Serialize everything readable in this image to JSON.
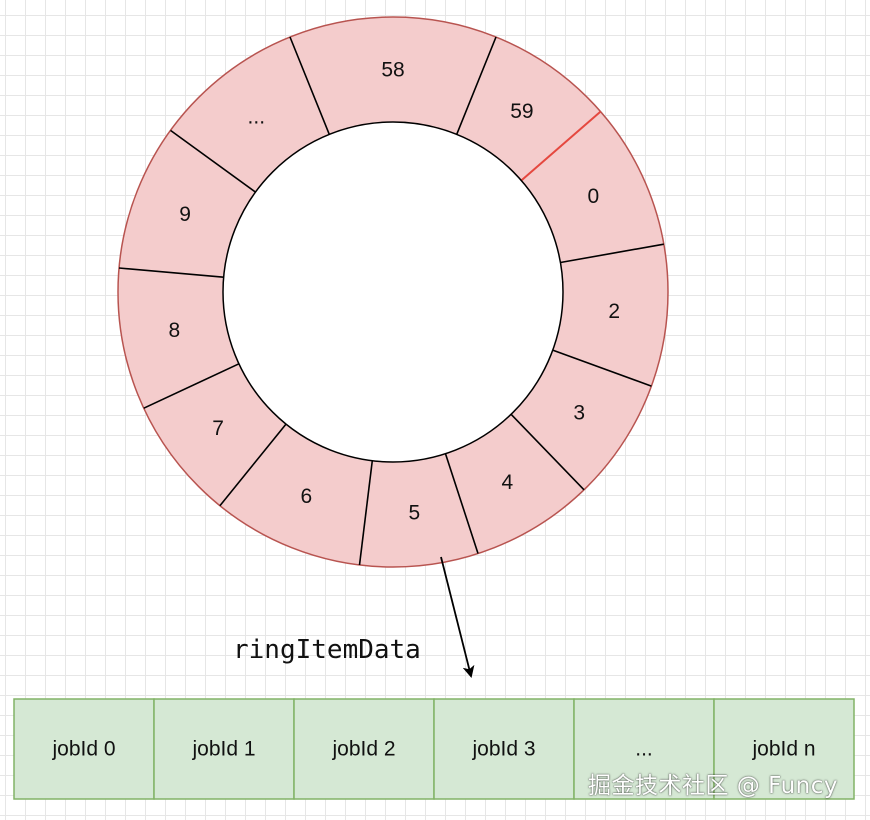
{
  "ring": {
    "segments": [
      "58",
      "59",
      "0",
      "2",
      "3",
      "4",
      "5",
      "6",
      "7",
      "8",
      "9",
      "..."
    ],
    "pointer_index": 2,
    "fill_color": "#f4cccc",
    "stroke_color": "#b85450",
    "pointer_color": "#e5483f"
  },
  "caption": "ringItemData",
  "jobs": {
    "cells": [
      "jobId 0",
      "jobId 1",
      "jobId 2",
      "jobId 3",
      "...",
      "jobId n"
    ],
    "fill_color": "#d5e8d4",
    "stroke_color": "#82b366"
  },
  "watermark": "掘金技术社区 @ Funcy"
}
